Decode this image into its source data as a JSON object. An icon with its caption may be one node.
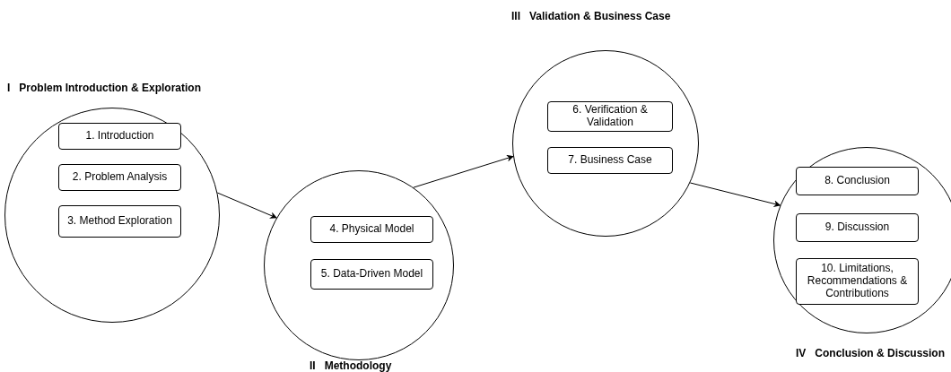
{
  "diagram": {
    "nodes": [
      {
        "text": [
          "I   Problem Introduction & Exploration"
        ]
      },
      {
        "text": [
          "1. Introduction"
        ],
        "in": 0
      },
      {
        "text": [
          "2. Problem Analysis"
        ],
        "in": 0
      },
      {
        "text": [
          "3. Method Exploration"
        ],
        "in": 0
      },
      {
        "text": [
          "II   Methodology"
        ]
      },
      {
        "text": [
          "4. Physical Model"
        ],
        "in": 4
      },
      {
        "text": [
          "5. Data-Driven Model"
        ],
        "in": 4
      },
      {
        "text": [
          "III   Validation & Business Case"
        ]
      },
      {
        "text": [
          "6. Verification & Validation"
        ],
        "in": 7
      },
      {
        "text": [
          "7. Business Case"
        ],
        "in": 7
      },
      {
        "text": [
          "IV   Conclusion & Discussion"
        ]
      },
      {
        "text": [
          "8. Conclusion"
        ],
        "in": 10
      },
      {
        "text": [
          "9. Discussion"
        ],
        "in": 10
      },
      {
        "text": [
          "10. Limitations, Recommendations & Contributions"
        ],
        "in": 10
      }
    ],
    "edges": [
      {
        "from": 0,
        "to": 4,
        "arrow": "to"
      },
      {
        "from": 4,
        "to": 7,
        "arrow": "to"
      },
      {
        "from": 7,
        "to": 10,
        "arrow": "to"
      }
    ]
  }
}
